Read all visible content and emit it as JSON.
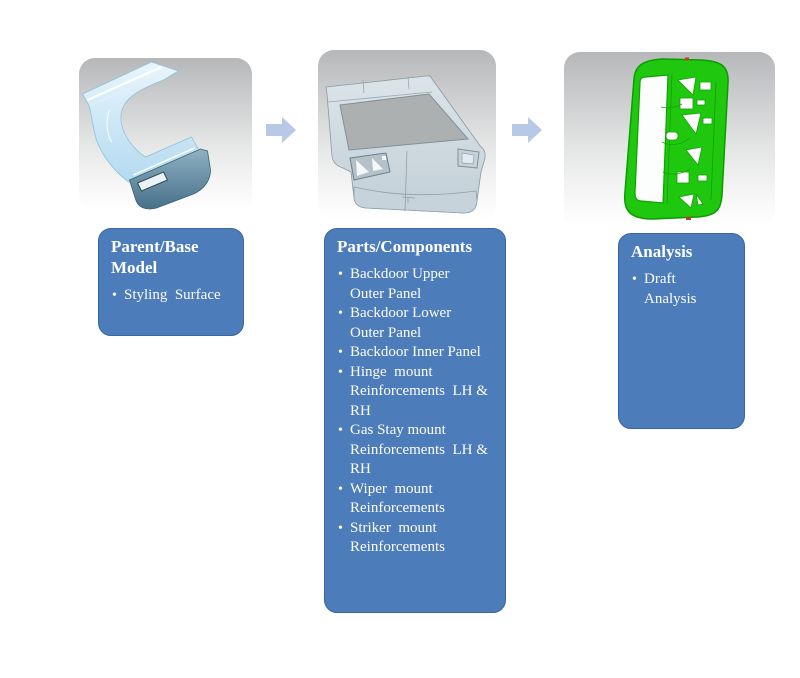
{
  "slide": {
    "columns": [
      {
        "id": "parent-base-model",
        "image": "styling-surface-render",
        "title": "Parent/Base Model",
        "bullets": [
          "Styling  Surface"
        ]
      },
      {
        "id": "parts-components",
        "image": "backdoor-assembly-render",
        "title": "Parts/Components",
        "bullets": [
          "Backdoor Upper\nOuter Panel",
          "Backdoor Lower\nOuter Panel",
          "Backdoor Inner Panel",
          "Hinge  mount\nReinforcements  LH &\nRH",
          "Gas Stay mount\nReinforcements  LH &\nRH",
          "Wiper  mount\nReinforcements",
          "Striker  mount\nReinforcements"
        ]
      },
      {
        "id": "analysis",
        "image": "draft-analysis-render",
        "title": "Analysis",
        "bullets": [
          "Draft\nAnalysis"
        ]
      }
    ],
    "icons": {
      "flow_arrow": "right-block-arrow"
    },
    "colors": {
      "card_fill": "#4c7cba",
      "card_border": "#39669e",
      "card_text": "#ffffff",
      "bullet_text": "#fdfcf8",
      "arrow_fill": "#b7c9e6",
      "analysis_green": "#1fc70e",
      "styling_blue": "#cfe9f8",
      "steel_blue": "#46708a"
    }
  }
}
